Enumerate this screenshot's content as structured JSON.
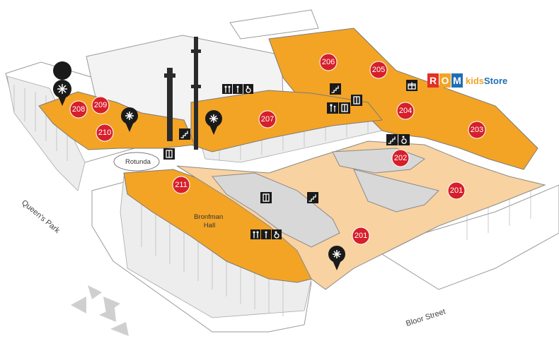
{
  "galleries": [
    {
      "id": "201a",
      "label": "201"
    },
    {
      "id": "201b",
      "label": "201"
    },
    {
      "id": "202",
      "label": "202"
    },
    {
      "id": "203",
      "label": "203"
    },
    {
      "id": "204",
      "label": "204"
    },
    {
      "id": "205",
      "label": "205"
    },
    {
      "id": "206",
      "label": "206"
    },
    {
      "id": "207",
      "label": "207"
    },
    {
      "id": "208",
      "label": "208"
    },
    {
      "id": "209",
      "label": "209"
    },
    {
      "id": "210",
      "label": "210"
    },
    {
      "id": "211",
      "label": "211"
    }
  ],
  "area_labels": {
    "rotunda": "Rotunda",
    "bronfman_line1": "Bronfman",
    "bronfman_line2": "Hall"
  },
  "streets": {
    "queens_park": "Queen's Park",
    "bloor_street": "Bloor Street"
  },
  "logo": {
    "letters": [
      "R",
      "O",
      "M"
    ],
    "kids": "kids",
    "store": "Store"
  },
  "icons": [
    "washroom-icon",
    "accessible-washroom-icon",
    "stairs-icon",
    "elevator-icon",
    "gift-shop-icon",
    "family-icon",
    "point-of-interest-icon"
  ],
  "colors": {
    "gallery_floor": "#f3a425",
    "atrium_floor": "#f9d2a1",
    "gallery_badge": "#d61f2b",
    "icon": "#1a1a1a"
  }
}
